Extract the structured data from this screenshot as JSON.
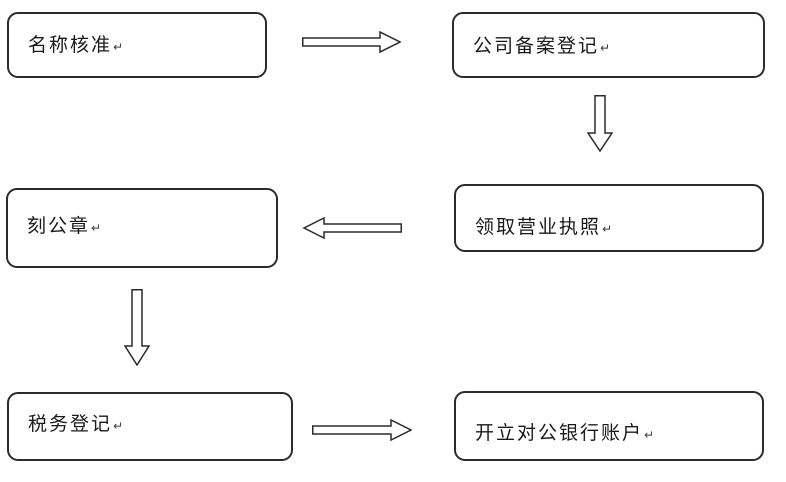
{
  "colors": {
    "background": "#ffffff",
    "box_border": "#2b2b2b",
    "text": "#1a1a1a",
    "arrow_stroke": "#2b2b2b",
    "arrow_fill": "#ffffff"
  },
  "return_mark": "↵",
  "nodes": [
    {
      "id": "name-approval",
      "label": "名称核准"
    },
    {
      "id": "company-filing-registration",
      "label": "公司备案登记"
    },
    {
      "id": "engrave-official-seal",
      "label": "刻公章"
    },
    {
      "id": "receive-business-license",
      "label": "领取营业执照"
    },
    {
      "id": "tax-registration",
      "label": "税务登记"
    },
    {
      "id": "open-corporate-bank-account",
      "label": "开立对公银行账户"
    }
  ],
  "edges": [
    {
      "from": "name-approval",
      "to": "company-filing-registration",
      "direction": "right"
    },
    {
      "from": "company-filing-registration",
      "to": "receive-business-license",
      "direction": "down"
    },
    {
      "from": "receive-business-license",
      "to": "engrave-official-seal",
      "direction": "left"
    },
    {
      "from": "engrave-official-seal",
      "to": "tax-registration",
      "direction": "down"
    },
    {
      "from": "tax-registration",
      "to": "open-corporate-bank-account",
      "direction": "right"
    }
  ]
}
